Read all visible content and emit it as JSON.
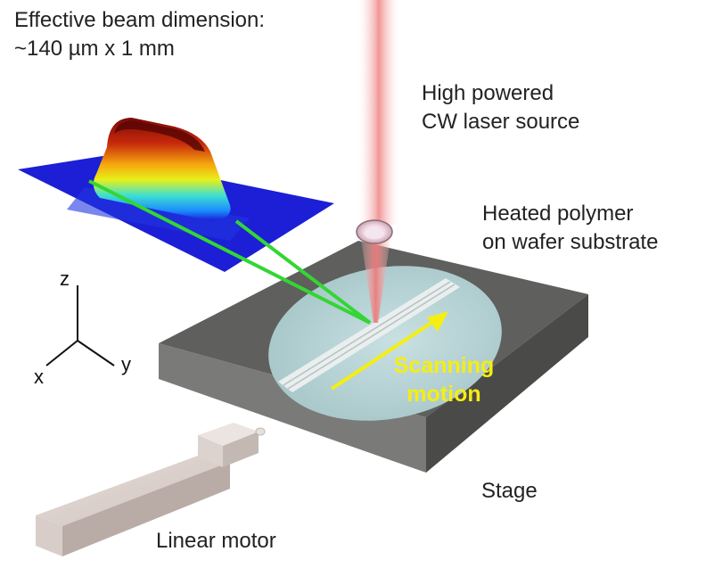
{
  "labels": {
    "beam_dimension_title": "Effective beam dimension:",
    "beam_dimension_value": "~140 µm x 1 mm",
    "laser_line1": "High powered",
    "laser_line2": "CW laser source",
    "polymer_line1": "Heated polymer",
    "polymer_line2": "on wafer substrate",
    "scanning_line1": "Scanning",
    "scanning_line2": "motion",
    "stage": "Stage",
    "linear_motor": "Linear motor"
  },
  "axes": {
    "z": "z",
    "x": "x",
    "y": "y"
  },
  "colors": {
    "laser_beam": "#f4a3a3",
    "stage": "#5e5e5c",
    "wafer": "#b4d2d4",
    "beam_profile_base": "#1a1ad4",
    "beam_profile_peak": "#8a0f0a",
    "pointer_lines": "#33d633",
    "scanning_arrow": "#f5ee12"
  }
}
